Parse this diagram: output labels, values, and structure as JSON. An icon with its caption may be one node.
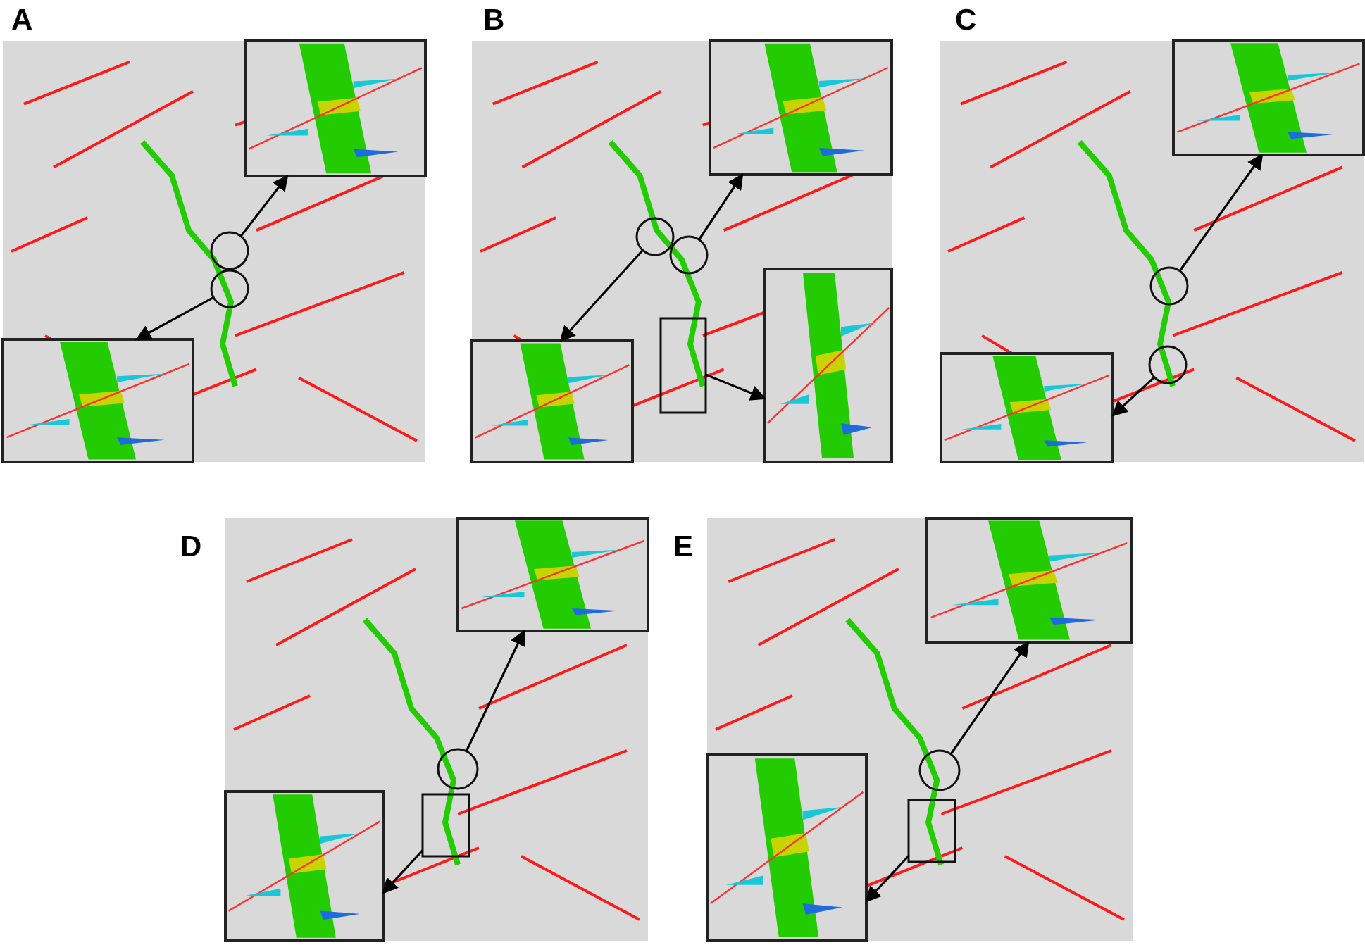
{
  "diagram": {
    "nodes": [
      {
        "text": [],
        "shape": "circle"
      },
      {
        "text": [],
        "shape": "circle"
      },
      {
        "text": [],
        "shape": "picture"
      },
      {
        "text": [],
        "shape": "picture"
      },
      {
        "text": [],
        "shape": "circle"
      },
      {
        "text": [],
        "shape": "circle"
      },
      {
        "text": [],
        "shape": "box"
      },
      {
        "text": [],
        "shape": "picture"
      },
      {
        "text": [],
        "shape": "picture"
      },
      {
        "text": [],
        "shape": "picture"
      },
      {
        "text": [],
        "shape": "circle"
      },
      {
        "text": [],
        "shape": "circle"
      },
      {
        "text": [],
        "shape": "picture"
      },
      {
        "text": [],
        "shape": "picture"
      },
      {
        "text": [],
        "shape": "circle"
      },
      {
        "text": [],
        "shape": "box"
      },
      {
        "text": [],
        "shape": "picture"
      },
      {
        "text": [],
        "shape": "picture"
      },
      {
        "text": [],
        "shape": "circle"
      },
      {
        "text": [],
        "shape": "box"
      },
      {
        "text": [],
        "shape": "picture"
      },
      {
        "text": [],
        "shape": "picture"
      }
    ],
    "edges": [
      {
        "from": 0,
        "to": 2,
        "arrow": "to"
      },
      {
        "from": 1,
        "to": 3,
        "arrow": "to"
      },
      {
        "from": 5,
        "to": 7,
        "arrow": "to"
      },
      {
        "from": 4,
        "to": 8,
        "arrow": "to"
      },
      {
        "from": 6,
        "to": 9,
        "arrow": "to"
      },
      {
        "from": 10,
        "to": 12,
        "arrow": "to"
      },
      {
        "from": 11,
        "to": 13,
        "arrow": "to"
      },
      {
        "from": 14,
        "to": 16,
        "arrow": "to"
      },
      {
        "from": 15,
        "to": 17,
        "arrow": "to"
      },
      {
        "from": 18,
        "to": 20,
        "arrow": "to"
      },
      {
        "from": 19,
        "to": 21,
        "arrow": "to"
      }
    ],
    "labels": [
      "A",
      "B",
      "C",
      "D",
      "E"
    ]
  }
}
